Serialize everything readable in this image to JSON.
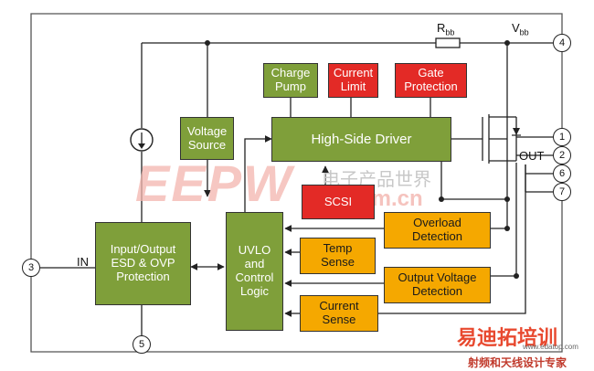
{
  "blocks": {
    "charge_pump": "Charge\nPump",
    "current_limit": "Current\nLimit",
    "gate_protection": "Gate\nProtection",
    "voltage_source": "Voltage\nSource",
    "high_side_driver": "High-Side Driver",
    "scsi": "SCSI",
    "io_protection": "Input/Output\nESD & OVP\nProtection",
    "uvlo": "UVLO\nand\nControl\nLogic",
    "temp_sense": "Temp\nSense",
    "current_sense": "Current\nSense",
    "overload_detection": "Overload\nDetection",
    "output_voltage_detection": "Output Voltage\nDetection"
  },
  "labels": {
    "rbb_main": "R",
    "rbb_sub": "bb",
    "vbb_main": "V",
    "vbb_sub": "bb",
    "out": "OUT",
    "in": "IN"
  },
  "pins": [
    "1",
    "2",
    "3",
    "4",
    "5",
    "6",
    "7"
  ],
  "watermarks": {
    "eepw": "EEPW",
    "eepw_cn": "电子产品世界",
    "eepw_url": ".com.cn",
    "rf_logo": "易迪拓培训",
    "rf_sub": "射频和天线设计专家",
    "rf_url": "www.edatop.com"
  },
  "colors": {
    "green_block": "#7f9f3a",
    "red_block": "#e32a26",
    "orange_block": "#f5a800",
    "wire": "#222222"
  }
}
